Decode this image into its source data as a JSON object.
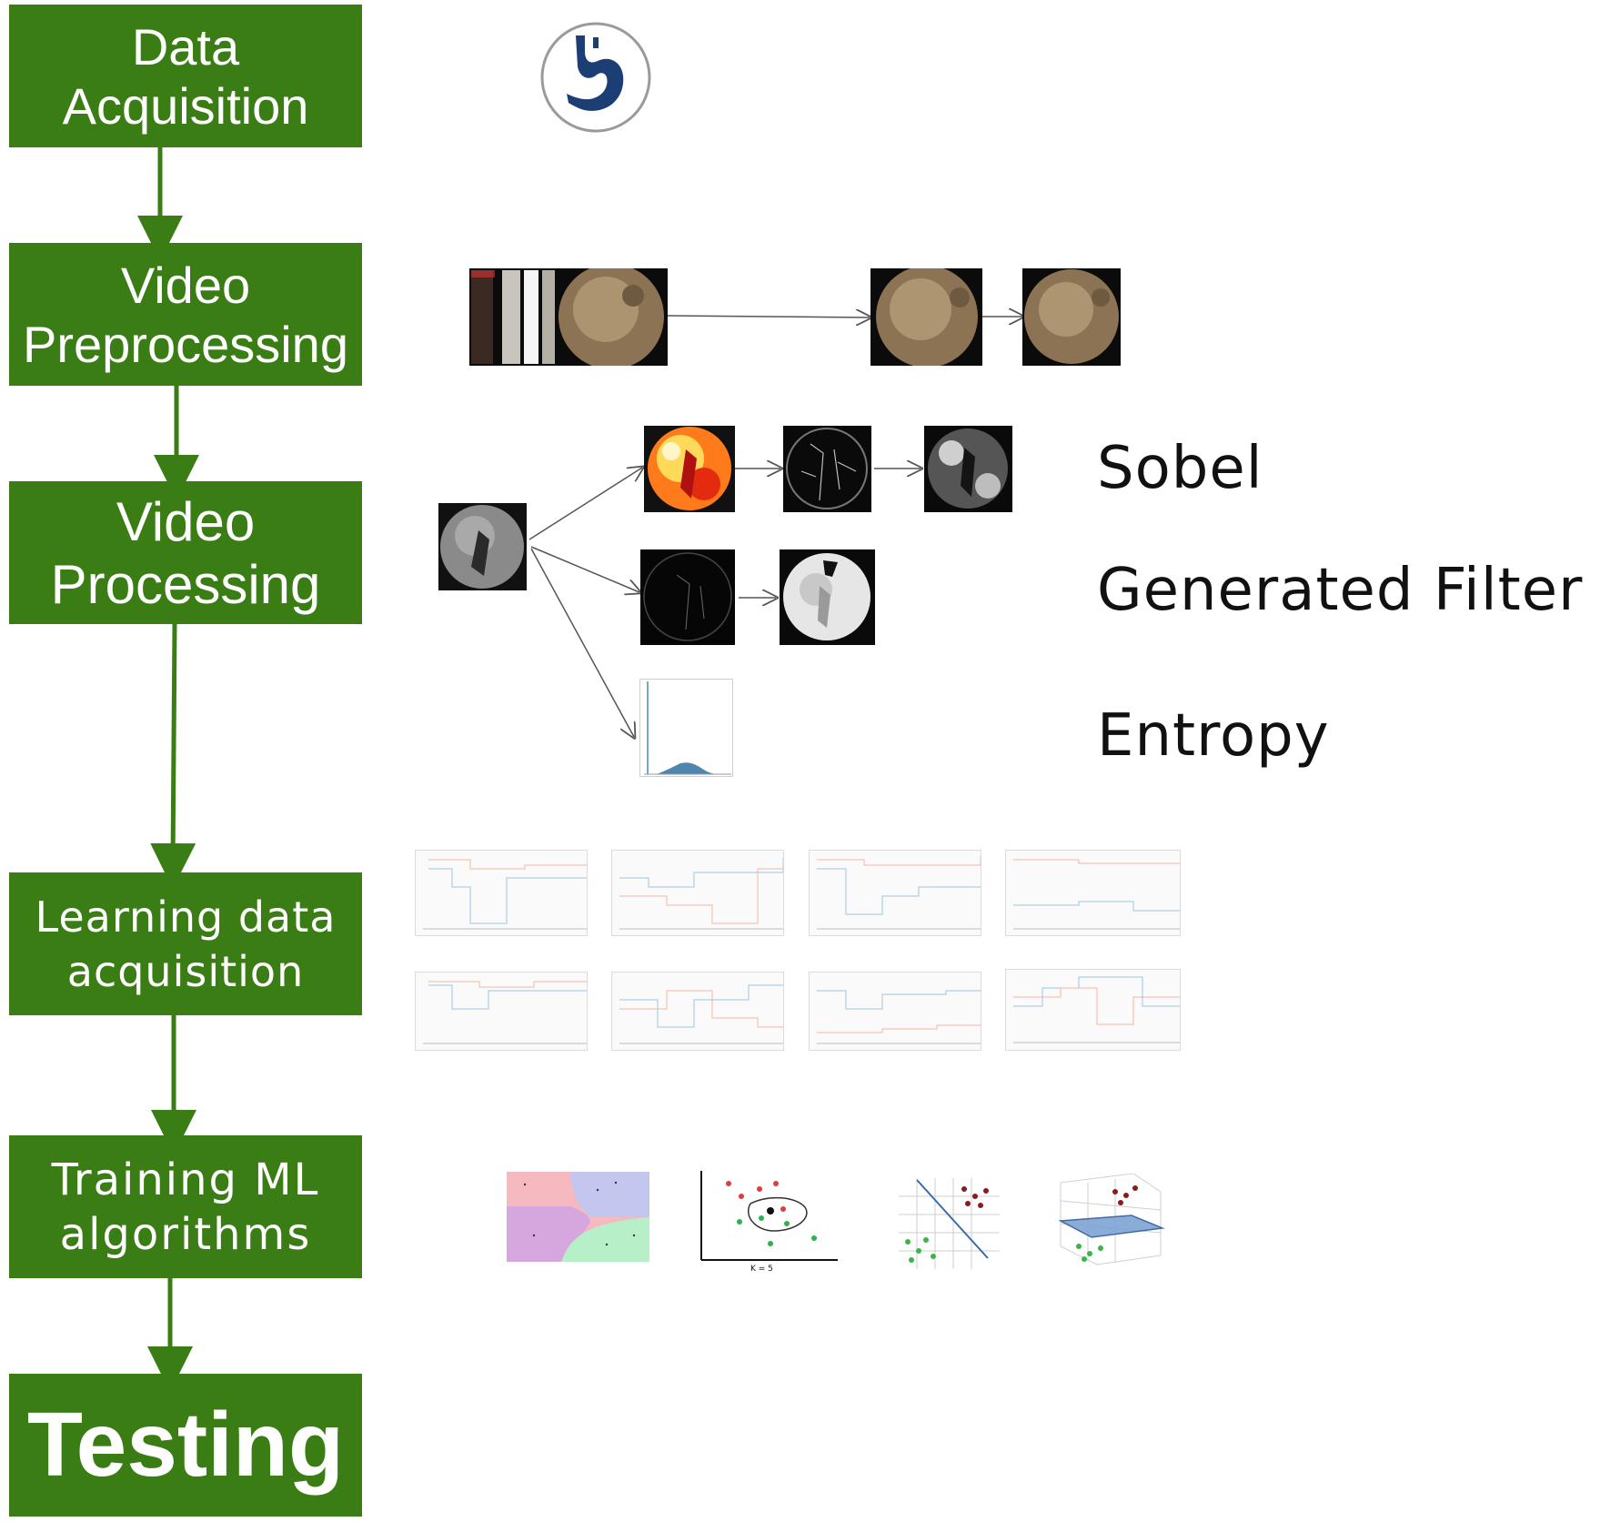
{
  "steps": [
    {
      "label": "Data Acquisition"
    },
    {
      "label": "Video Preprocessing"
    },
    {
      "label": "Video Processing"
    },
    {
      "label": "Learning data acquisition"
    },
    {
      "label": "Training ML algorithms"
    },
    {
      "label": "Testing"
    }
  ],
  "filters": {
    "sobel": "Sobel",
    "generated": "Generated Filter",
    "entropy": "Entropy"
  },
  "knn_caption": "K = 5",
  "colors": {
    "box_green": "#3a7d14",
    "arrow_green": "#3a7d14",
    "logo_blue": "#1b3f75"
  },
  "icons": [
    "stomach-icon"
  ]
}
